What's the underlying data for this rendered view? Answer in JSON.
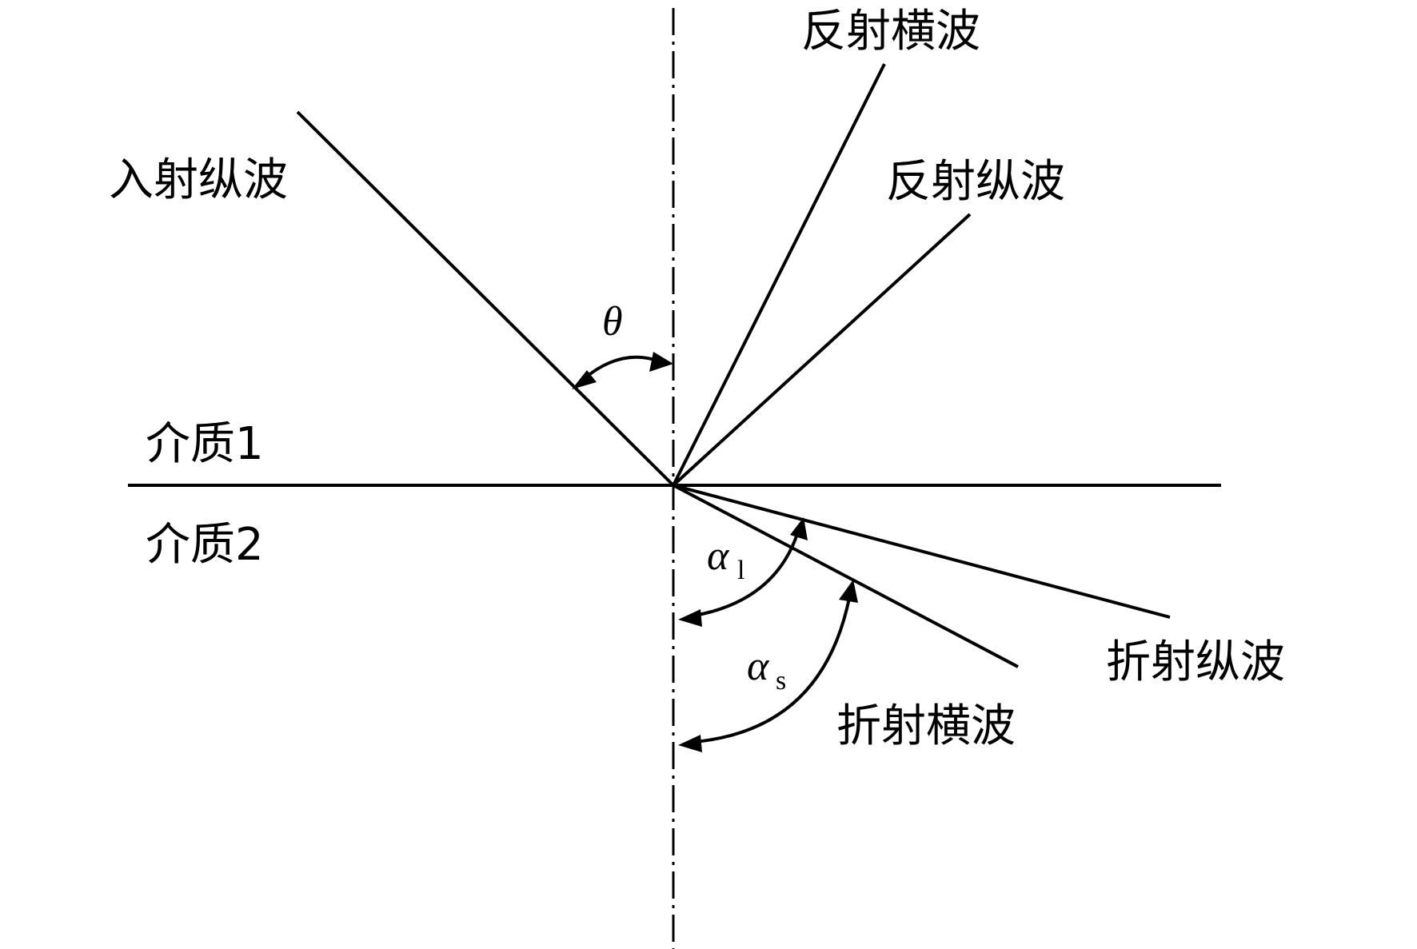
{
  "labels": {
    "incident_longitudinal": "入射纵波",
    "reflected_transverse": "反射横波",
    "reflected_longitudinal": "反射纵波",
    "refracted_longitudinal": "折射纵波",
    "refracted_transverse": "折射横波",
    "medium1": "介质1",
    "medium2": "介质2"
  },
  "angles": {
    "theta": "θ",
    "alpha_l_symbol": "α",
    "alpha_l_sub": "l",
    "alpha_s_symbol": "α",
    "alpha_s_sub": "s"
  }
}
